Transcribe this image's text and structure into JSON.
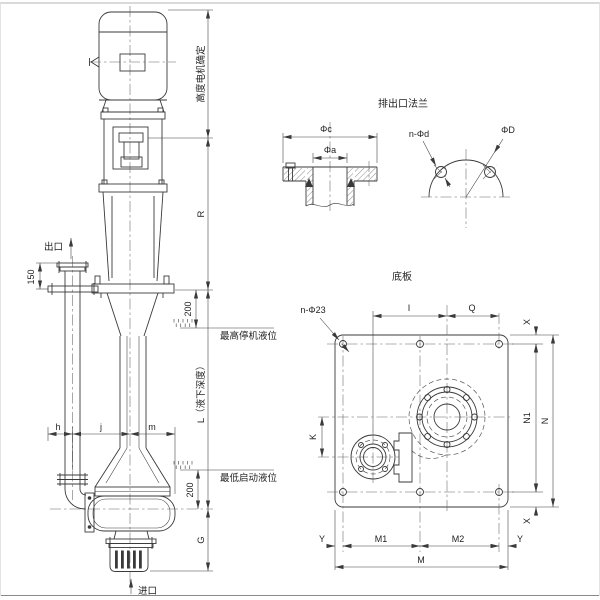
{
  "drawing": {
    "type": "vertical submerged pump installation drawing",
    "colors": {
      "line": "#3a3a3a",
      "centerline": "#636363",
      "text": "#1f1f1f",
      "background": "#ffffff"
    },
    "main_view": {
      "outlet_label": "出口",
      "inlet_label": "进口",
      "dim_150": "150",
      "dim_200_upper": "200",
      "dim_200_lower": "200",
      "dim_motor_height": "高度电机确定",
      "dim_R": "R",
      "dim_L": "L（液下深度）",
      "dim_G": "G",
      "dim_h": "h",
      "dim_j": "j",
      "dim_m": "m",
      "max_stop_level_label": "最高停机液位",
      "min_start_level_label": "最低启动液位"
    },
    "flange_view": {
      "title": "排出口法兰",
      "dim_phi_c": "Φc",
      "dim_phi_a": "Φa",
      "dim_n_phi_d": "n-Φd",
      "dim_phi_D": "ΦD"
    },
    "base_plate_view": {
      "title": "底板",
      "dim_n_phi_23": "n-Φ23",
      "dim_I": "I",
      "dim_Q": "Q",
      "dim_X_top": "X",
      "dim_X_bottom": "X",
      "dim_N1": "N1",
      "dim_N": "N",
      "dim_K": "K",
      "dim_Y_left": "Y",
      "dim_Y_right": "Y",
      "dim_M1": "M1",
      "dim_M2": "M2",
      "dim_M": "M"
    }
  }
}
